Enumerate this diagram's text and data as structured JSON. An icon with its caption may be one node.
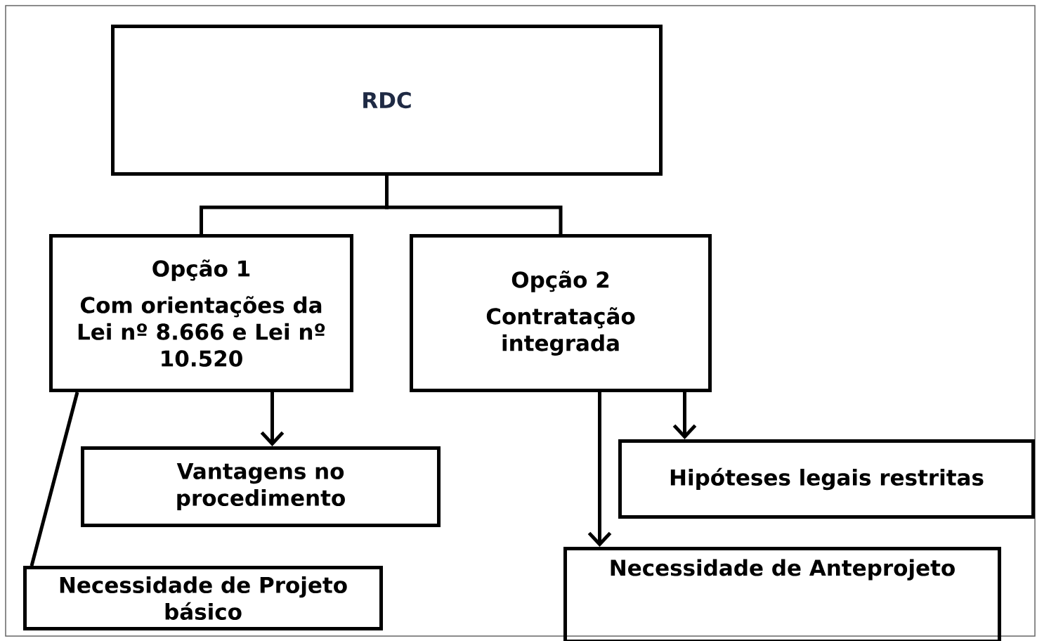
{
  "diagram": {
    "nodes": [
      {
        "text": [
          "RDC"
        ]
      },
      {
        "text": [
          "Opção 1",
          "Com orientações da Lei nº 8.666 e Lei nº 10.520"
        ]
      },
      {
        "text": [
          "Opção 2",
          "Contratação integrada"
        ]
      },
      {
        "text": [
          "Vantagens no procedimento"
        ]
      },
      {
        "text": [
          "Necessidade de Projeto básico"
        ]
      },
      {
        "text": [
          "Hipóteses legais restritas"
        ]
      },
      {
        "text": [
          "Necessidade de Anteprojeto"
        ]
      }
    ],
    "edges": [
      {
        "from": 0,
        "to": 1,
        "arrow": "none"
      },
      {
        "from": 0,
        "to": 2,
        "arrow": "none"
      },
      {
        "from": 1,
        "to": 3,
        "arrow": "to"
      },
      {
        "from": 1,
        "to": 4,
        "arrow": "none"
      },
      {
        "from": 2,
        "to": 6,
        "arrow": "to"
      },
      {
        "from": 2,
        "to": 5,
        "arrow": "to"
      }
    ]
  }
}
